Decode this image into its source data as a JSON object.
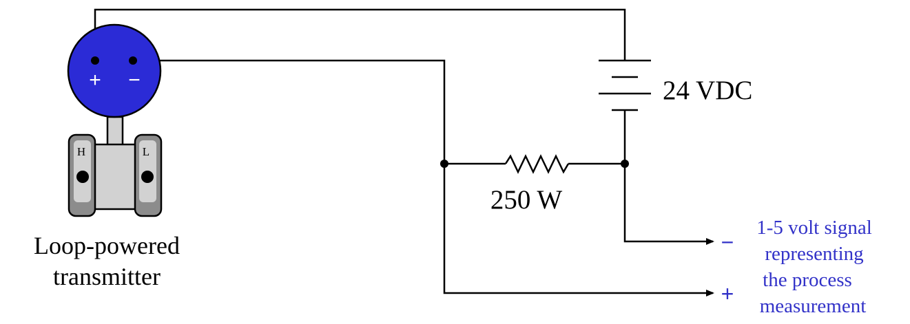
{
  "transmitter": {
    "plus_terminal": "+",
    "minus_terminal": "−",
    "high_port": "H",
    "low_port": "L",
    "label_line1": "Loop-powered",
    "label_line2": "transmitter"
  },
  "battery": {
    "label": "24 VDC"
  },
  "resistor": {
    "label": "250 W"
  },
  "output": {
    "minus_symbol": "−",
    "plus_symbol": "+",
    "signal_line1": "1-5 volt signal",
    "signal_line2": "representing",
    "signal_line3": "the process",
    "signal_line4": "measurement"
  },
  "colors": {
    "wire": "#000000",
    "transmitter_head": "#2b2bd6",
    "body_dark": "#8c8c8c",
    "body_light": "#d2d2d2",
    "signal_text": "#3232c8"
  }
}
